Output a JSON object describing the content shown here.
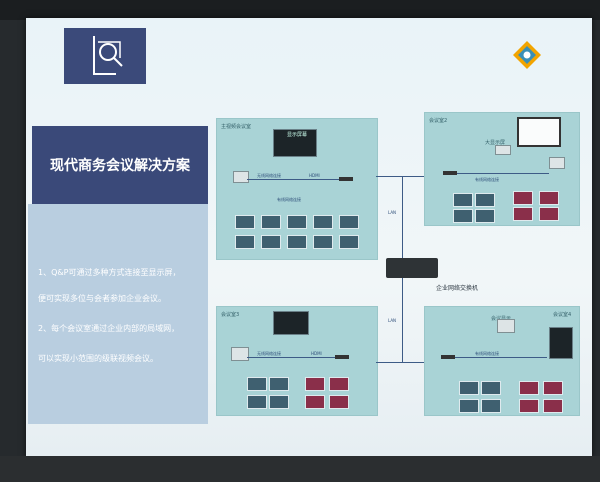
{
  "slide": {
    "title": "现代商务会议解决方案",
    "bullets": [
      "1、Q&P可通过多种方式连接至显示屏，",
      "便可实现多位与会者参加企业会议。",
      "2、每个会议室通过企业内部的局域网，",
      "可以实现小范围的级联视频会议。"
    ],
    "switch_label": "企业网络交换机",
    "lan_label": "LAN",
    "rooms": {
      "room1": {
        "label": "主视频会议室",
        "screen_label": "显示屏幕"
      },
      "room2": {
        "label": "会议室2",
        "screen_label": "大显示屏"
      },
      "room3": {
        "label": "会议室3",
        "screen_label": ""
      },
      "room4": {
        "label": "会议室4",
        "screen_label": "会议显示"
      }
    },
    "link_labels": {
      "wireless": "无线网络连接",
      "hdmi": "HDMI",
      "wired": "有线网络连接"
    }
  },
  "icons": [
    "qp-logo-icon",
    "gear-badge-icon"
  ],
  "colors": {
    "title_band": "#3a4979",
    "text_band": "#b9cee0",
    "room_fill": "#a9d3d6",
    "slide_bg": "#eef5f8"
  }
}
